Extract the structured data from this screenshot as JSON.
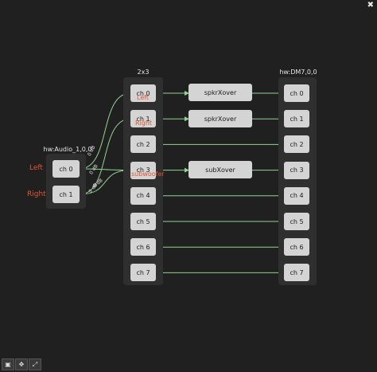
{
  "window": {
    "close_symbol": "✖"
  },
  "colors": {
    "wire": "#8fd48f",
    "node": "#d4d4d4",
    "group": "#2f2f2f",
    "accent_label": "#e05533"
  },
  "source": {
    "title": "hw:Audio_1,0,0",
    "channels": [
      "ch 0",
      "ch 1"
    ],
    "labels": [
      "Left",
      "Right"
    ]
  },
  "mixer": {
    "title": "2x3",
    "channels": [
      "ch 0",
      "ch 1",
      "ch 2",
      "ch 3",
      "ch 4",
      "ch 5",
      "ch 6",
      "ch 7"
    ],
    "names": {
      "ch0": "Left",
      "ch1": "Right",
      "ch3": "subwoofer"
    }
  },
  "filters": [
    "spkrXover",
    "spkrXover",
    "subXover"
  ],
  "sink": {
    "title": "hw:DM7,0,0",
    "channels": [
      "ch 0",
      "ch 1",
      "ch 2",
      "ch 3",
      "ch 4",
      "ch 5",
      "ch 6",
      "ch 7"
    ]
  },
  "gains": [
    "0 dB",
    "0 dB",
    "0 dB",
    "0 dB"
  ],
  "toolbar": [
    {
      "name": "image-icon",
      "glyph": "▣"
    },
    {
      "name": "move-icon",
      "glyph": "✥"
    },
    {
      "name": "expand-icon",
      "glyph": "⤢"
    }
  ]
}
